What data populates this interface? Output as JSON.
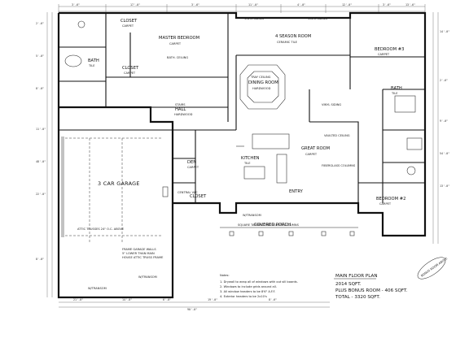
{
  "plan": {
    "title": "MAIN FLOOR PLAN",
    "area_main": "2014 SQFT.",
    "area_bonus": "PLUS BONUS ROOM - 406 SQFT.",
    "area_total": "TOTAL - 3320 SQFT.",
    "stamp_text": "BONUS ROOM ABOVE"
  },
  "rooms": {
    "master_bedroom": {
      "name": "MASTER BEDROOM",
      "floor": "CARPET",
      "ceiling": "BATH. CEILING"
    },
    "closet_top": {
      "name": "CLOSET",
      "floor": "CARPET"
    },
    "closet_mid": {
      "name": "CLOSET",
      "floor": "CARPET"
    },
    "bath_master": {
      "name": "BATH",
      "floor": "TILE"
    },
    "season_room": {
      "name": "4 SEASON ROOM",
      "floor": "CERAMIC TILE"
    },
    "dining_room": {
      "name": "DINING ROOM",
      "floor": "HARDWOOD",
      "ceiling": "TRAY CEILING"
    },
    "bedroom_3": {
      "name": "BEDROOM #3",
      "floor": "CARPET"
    },
    "bath_2": {
      "name": "BATH",
      "floor": "TILE"
    },
    "hall": {
      "name": "HALL",
      "floor": "HARDWOOD"
    },
    "kitchen": {
      "name": "KITCHEN",
      "floor": "TILE"
    },
    "great_room": {
      "name": "GREAT ROOM",
      "floor": "CARPET",
      "ceiling": "VAULTED CEILING"
    },
    "den": {
      "name": "DEN",
      "floor": "CARPET"
    },
    "garage": {
      "name": "3 CAR GARAGE"
    },
    "bedroom_2": {
      "name": "BEDROOM #2",
      "floor": "CARPET"
    },
    "entry": {
      "name": "ENTRY"
    },
    "covered_porch": {
      "name": "COVERED PORCH"
    },
    "closet_den": {
      "name": "CLOSET"
    }
  },
  "labels": {
    "vinyl_siding_1": "VINYL SIDING",
    "vinyl_siding_2": "VINYL SIDING",
    "vinyl_siding_3": "VINYL SIDING",
    "fiberglass": "FIBERGLASS COLUMNS",
    "square_tapered": "SQUARE TAPERED FIBERGLASS COLUMNS",
    "attic_trusses": "ATTIC TRUSSES 24\" O.C. ABOVE",
    "frame_note_1": "FRAME GARAGE WALLS",
    "frame_note_2": "5\" LOWER THAN MAIN",
    "frame_note_3": "HOUSE ATTIC TRUSS FRAME",
    "central_vac": "CENTRAL VAC",
    "transom_1": "W/TRANSOM",
    "transom_2": "W/TRANSOM",
    "transom_3": "W/TRANSOM",
    "stairs": "STAIRS"
  },
  "notes": {
    "heading": "Notes:",
    "items": [
      "1. Drywall to wrap all of windows with out sill boards.",
      "2. Windows to include grids around all.",
      "3. All window headers to be 8'6\" A.F.F.",
      "4. Exterior headers to be 2x10's"
    ]
  },
  "dims": {
    "top": [
      "3'-6\"",
      "17'-0\"",
      "3'-6\"",
      "11'-0\"",
      "4'-0\"",
      "12'-0\"",
      "3'-6\"",
      "13'-6\""
    ],
    "left": [
      "2'-6\"",
      "5'-0\"",
      "8'-0\"",
      "11'-0\"",
      "22'-0\"",
      "8'-0\"",
      "48'-0\""
    ],
    "right": [
      "14'-0\"",
      "2'-6\"",
      "9'-0\"",
      "13'-0\"",
      "54'-0\""
    ],
    "bottom": [
      "21'-0\"",
      "14'-0\"",
      "6'-0\"",
      "19'-0\"",
      "8'-6\"",
      "90'-0\""
    ]
  }
}
